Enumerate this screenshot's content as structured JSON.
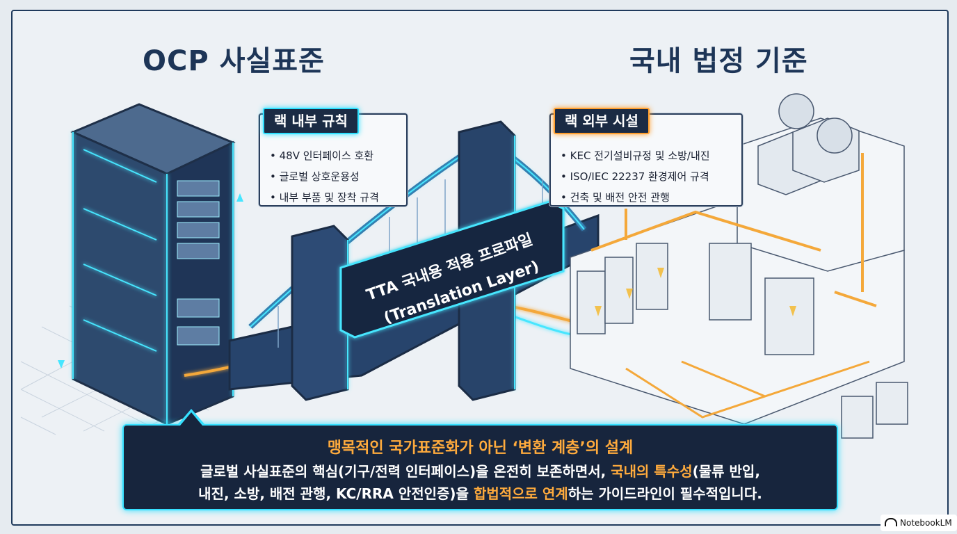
{
  "titles": {
    "left": "OCP 사실표준",
    "right": "국내 법정 기준"
  },
  "callout_left": {
    "header": "랙 내부 규칙",
    "items": [
      "48V 인터페이스 호환",
      "글로벌 상호운용성",
      "내부 부품 및 장착 규격"
    ]
  },
  "callout_right": {
    "header": "랙 외부 시설",
    "items": [
      "KEC 전기설비규정 및 소방/내진",
      "ISO/IEC 22237 환경제어 규격",
      "건축 및 배전 안전 관행"
    ]
  },
  "bridge_sign": {
    "line1": "TTA 국내용 적용 프로파일",
    "line2": "(Translation Layer)"
  },
  "summary": {
    "headline": "맹목적인 국가표준화가 아닌 ‘변환 계층’의 설계",
    "line2_a": "글로벌 사실표준의 핵심(기구/전력 인터페이스)을 온전히 보존하면서, ",
    "line2_b": "국내의 특수성",
    "line2_c": "(물류 반입,",
    "line3_a": "내진, 소방, 배전 관행, KC/RRA 안전인증)을 ",
    "line3_b": "합법적으로 연계",
    "line3_c": "하는 가이드라인이 필수적입니다."
  },
  "watermark": "NotebookLM",
  "colors": {
    "navy": "#1d3557",
    "cyan_glow": "#36e0ff",
    "orange_accent": "#ffab3d"
  }
}
